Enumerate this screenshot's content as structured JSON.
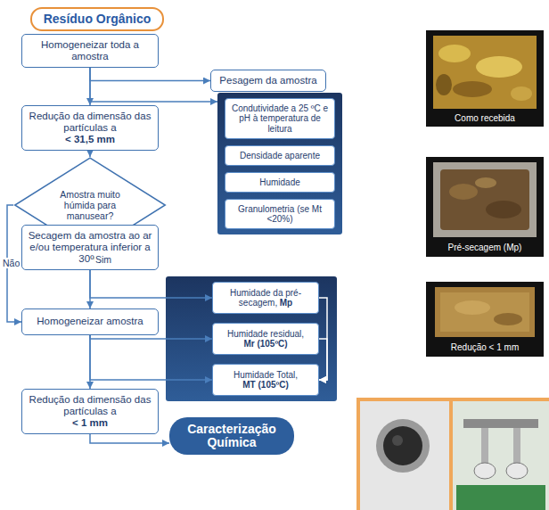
{
  "diagram": {
    "nodes": [
      {
        "text": [
          "Resíduo Orgânico"
        ]
      },
      {
        "text": [
          "Homogeneizar toda a amostra"
        ]
      },
      {
        "text": [
          "Pesagem da amostra"
        ]
      },
      {
        "text": []
      },
      {
        "text": [
          "Condutividade a 25 ºC e pH à temperatura de leitura"
        ],
        "in": 3
      },
      {
        "text": [
          "Densidade aparente"
        ],
        "in": 3
      },
      {
        "text": [
          "Humidade"
        ],
        "in": 3
      },
      {
        "text": [
          "Granulometria (se Mt <20%)"
        ],
        "in": 3
      },
      {
        "text": [
          "Redução da dimensão das partículas a",
          "< 31,5 mm"
        ]
      },
      {
        "text": [
          "Amostra muito húmida para manusear?"
        ]
      },
      {
        "text": [
          "Secagem da amostra ao ar e/ou temperatura inferior a 30ºC"
        ]
      },
      {
        "text": []
      },
      {
        "text": [
          "Humidade da pré-secagem,",
          "Mp"
        ],
        "in": 11
      },
      {
        "text": [
          "Humidade residual,",
          "Mr (105ºC)"
        ],
        "in": 11
      },
      {
        "text": [
          "Humidade Total,",
          "MT (105ºC)"
        ],
        "in": 11
      },
      {
        "text": [
          "Homogeneizar amostra"
        ]
      },
      {
        "text": [
          "Redução da dimensão das partículas a",
          "< 1 mm"
        ]
      },
      {
        "text": [
          "Caracterização Química"
        ]
      }
    ],
    "edges": [
      {
        "from": 1,
        "to": 8,
        "arrow": "to"
      },
      {
        "from": 1,
        "to": 2,
        "arrow": "to"
      },
      {
        "from": 1,
        "to": 3,
        "arrow": "to"
      },
      {
        "from": 8,
        "to": 9,
        "arrow": "to"
      },
      {
        "from": 9,
        "to": 10,
        "label": "Sim",
        "arrow": "to"
      },
      {
        "from": 9,
        "to": 15,
        "label": "Não",
        "arrow": "to"
      },
      {
        "from": 10,
        "to": 15,
        "arrow": "to"
      },
      {
        "from": 10,
        "to": 12,
        "arrow": "to"
      },
      {
        "from": 15,
        "to": 16,
        "arrow": "to"
      },
      {
        "from": 15,
        "to": 13,
        "arrow": "to"
      },
      {
        "from": 15,
        "to": 14,
        "arrow": "to"
      },
      {
        "from": 12,
        "to": 14,
        "arrow": "to"
      },
      {
        "from": 13,
        "to": 14,
        "arrow": "to"
      },
      {
        "from": 16,
        "to": 17,
        "arrow": "to"
      }
    ],
    "labels": [
      "Como recebida",
      "Pré-secagem (Mp)",
      "Redução < 1 mm"
    ]
  }
}
